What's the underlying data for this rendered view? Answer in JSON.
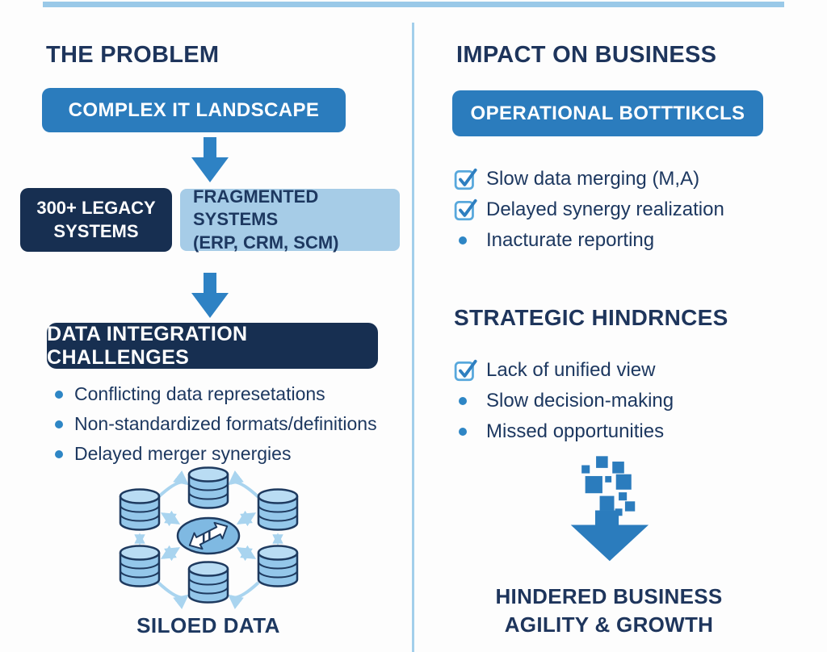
{
  "colors": {
    "background": "#fdfdfd",
    "accent_blue": "#2b7cbd",
    "flow_arrow_blue": "#2e82c4",
    "navy_box": "#172f51",
    "text_navy": "#1d3860",
    "light_blue_box": "#a6cce7",
    "pale_blue_lines": "#a3cfeb",
    "cylinder_fill": "#94c7ea",
    "bullet_dot": "#2e86c5"
  },
  "icons": {
    "down_arrow": "solid blue down arrow",
    "checkbox_checked": "blue outlined checkbox with check",
    "bullet": "blue dot",
    "database": "blue database cylinder",
    "sync_arrows": "white double-headed exchange arrow in ellipse",
    "pixel_dissolve_arrow": "pixelated dissolving down arrow"
  },
  "left": {
    "heading": "THE PROBLEM",
    "banner_label": "COMPLEX IT LANDSCAPE",
    "legacy_box": "300+ LEGACY\nSYSTEMS",
    "fragmented_box": "FRAGMENTED SYSTEMS\n(ERP, CRM, SCM)",
    "challenges_banner": "DATA INTEGRATION CHALLENGES",
    "bullets": [
      "Conflicting data represetations",
      "Non-standardized formats/definitions",
      "Delayed merger synergies"
    ],
    "silo_caption": "SILOED DATA"
  },
  "right": {
    "heading": "IMPACT ON BUSINESS",
    "banner_label": "OPERATIONAL BOTTTIKCLS",
    "operational_items": [
      {
        "marker": "checkbox",
        "text": "Slow data merging (M,A)"
      },
      {
        "marker": "checkbox",
        "text": "Delayed synergy realization"
      },
      {
        "marker": "bullet",
        "text": "Inacturate reporting"
      }
    ],
    "strategic_heading": "STRATEGIC HINDRNCES",
    "strategic_items": [
      {
        "marker": "checkbox",
        "text": "Lack of unified view"
      },
      {
        "marker": "bullet",
        "text": "Slow decision-making"
      },
      {
        "marker": "bullet",
        "text": "Missed opportunities"
      }
    ],
    "outcome": "HINDERED BUSINESS\nAGILITY & GROWTH"
  }
}
